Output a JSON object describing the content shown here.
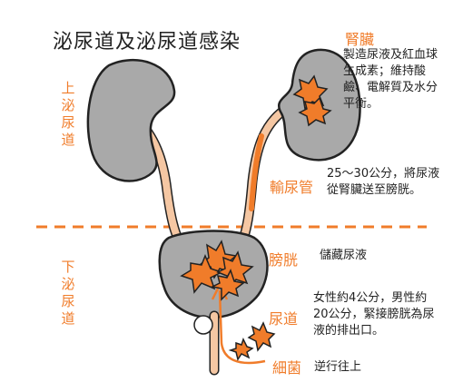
{
  "title": "泌尿道及泌尿道感染",
  "upper_tract_label": "上泌尿道",
  "lower_tract_label": "下泌尿道",
  "kidney": {
    "label": "腎臟",
    "description": "製造尿液及紅血球生成素；維持酸鹼、電解質及水分平衡。"
  },
  "ureter": {
    "label": "輸尿管",
    "description": "25～30公分，將尿液從腎臟送至膀胱。"
  },
  "bladder": {
    "label": "膀胱",
    "description": "儲藏尿液"
  },
  "urethra": {
    "label": "尿道",
    "description": "女性約4公分，男性約20公分，緊接膀胱為尿液的排出口。"
  },
  "bacteria": {
    "label": "細菌",
    "description": "逆行往上"
  },
  "colors": {
    "organ_fill": "#a9a9a9",
    "accent": "#f07c2a",
    "ureter_fill": "#f5c7a3",
    "bacteria_fill": "#f07c2a"
  }
}
